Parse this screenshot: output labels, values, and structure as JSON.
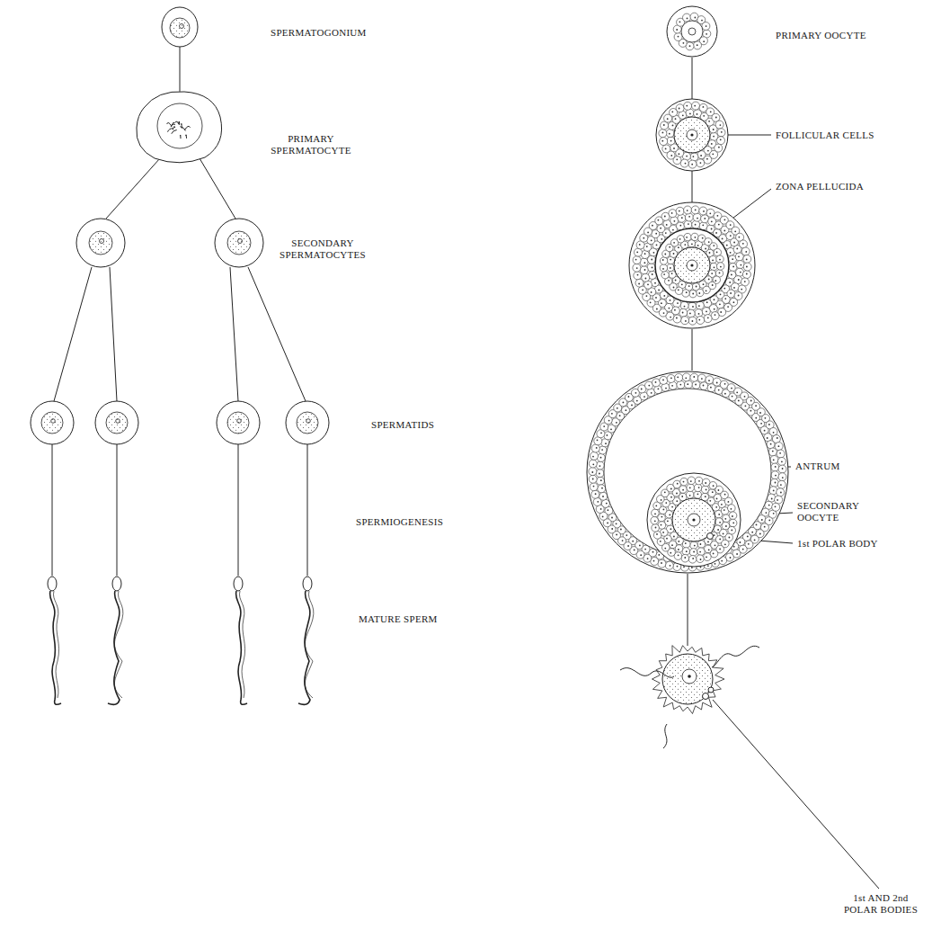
{
  "diagram": {
    "labels": [
      "SPERMATOGONIUM",
      "PRIMARY SPERMATOCYTE",
      "SECONDARY SPERMATOCYTES",
      "SPERMATIDS",
      "SPERMIOGENESIS",
      "MATURE SPERM",
      "PRIMARY OOCYTE",
      "FOLLICULAR CELLS",
      "ZONA PELLUCIDA",
      "ANTRUM",
      "SECONDARY OOCYTE",
      "1st POLAR BODY",
      "1st AND 2nd POLAR BODIES"
    ]
  }
}
